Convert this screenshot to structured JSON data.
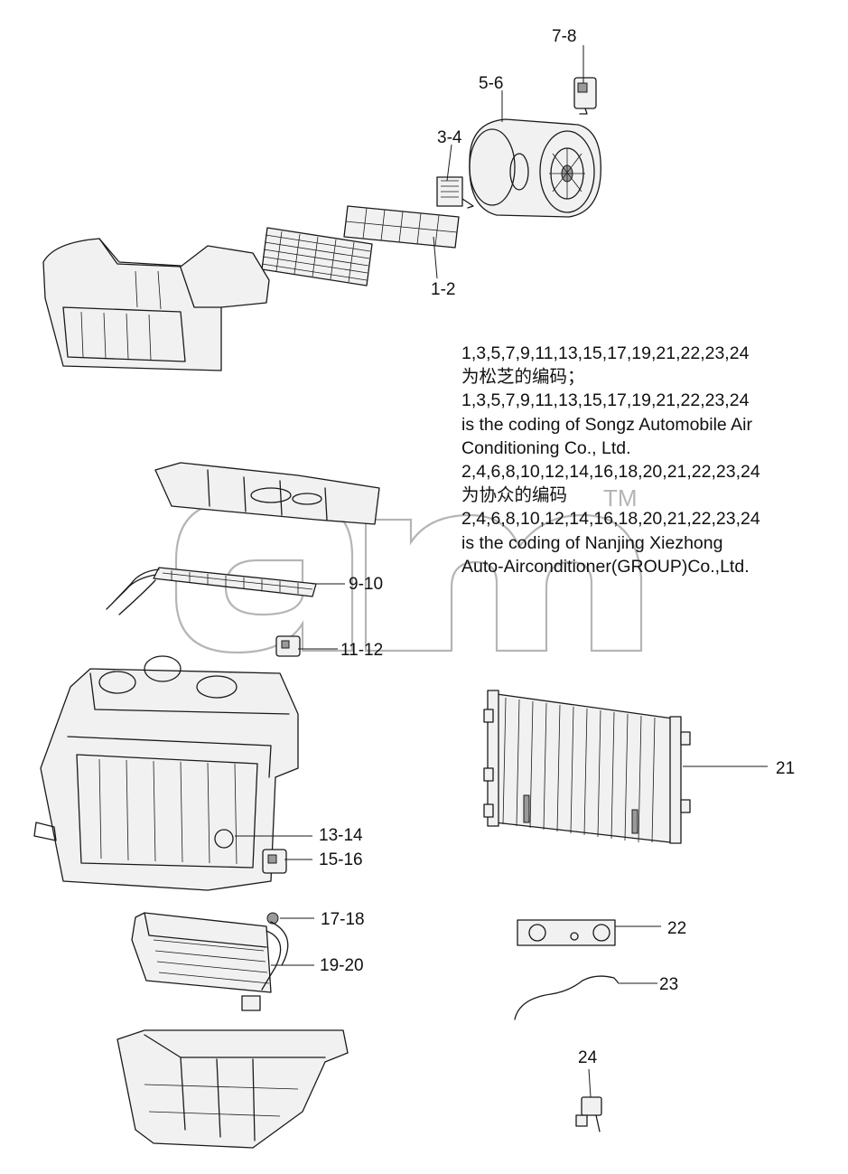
{
  "callouts": {
    "c78": "7-8",
    "c56": "5-6",
    "c34": "3-4",
    "c12": "1-2",
    "c910": "9-10",
    "c1112": "11-12",
    "c1314": "13-14",
    "c1516": "15-16",
    "c1718": "17-18",
    "c1920": "19-20",
    "c21": "21",
    "c22": "22",
    "c23": "23",
    "c24": "24"
  },
  "note": {
    "lines": [
      "1,3,5,7,9,11,13,15,17,19,21,22,23,24",
      "为松芝的编码；",
      "1,3,5,7,9,11,13,15,17,19,21,22,23,24",
      "is the coding of Songz Automobile Air",
      "Conditioning Co., Ltd.",
      "2,4,6,8,10,12,14,16,18,20,21,22,23,24",
      "为协众的编码",
      "2,4,6,8,10,12,14,16,18,20,21,22,23,24",
      "is the coding of Nanjing Xiezhong",
      "Auto-Airconditioner(GROUP)Co.,Ltd."
    ]
  },
  "watermark": {
    "tm": "TM"
  },
  "colors": {
    "line": "#1a1a1a",
    "watermark": "#b5b5b5",
    "background": "#ffffff"
  }
}
